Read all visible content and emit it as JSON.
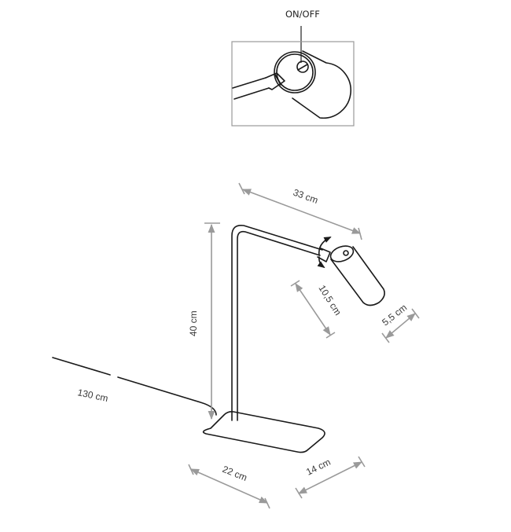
{
  "detail": {
    "switch_label": "ON/OFF"
  },
  "dimensions": {
    "arm_length": "33 cm",
    "height": "40 cm",
    "head_length": "10,5 cm",
    "head_diameter": "5,5 cm",
    "cable_length": "130 cm",
    "base_length": "22 cm",
    "base_width": "14 cm"
  },
  "colors": {
    "dimension_lines": "#9a9a9a",
    "ink": "#1a1a1a"
  }
}
